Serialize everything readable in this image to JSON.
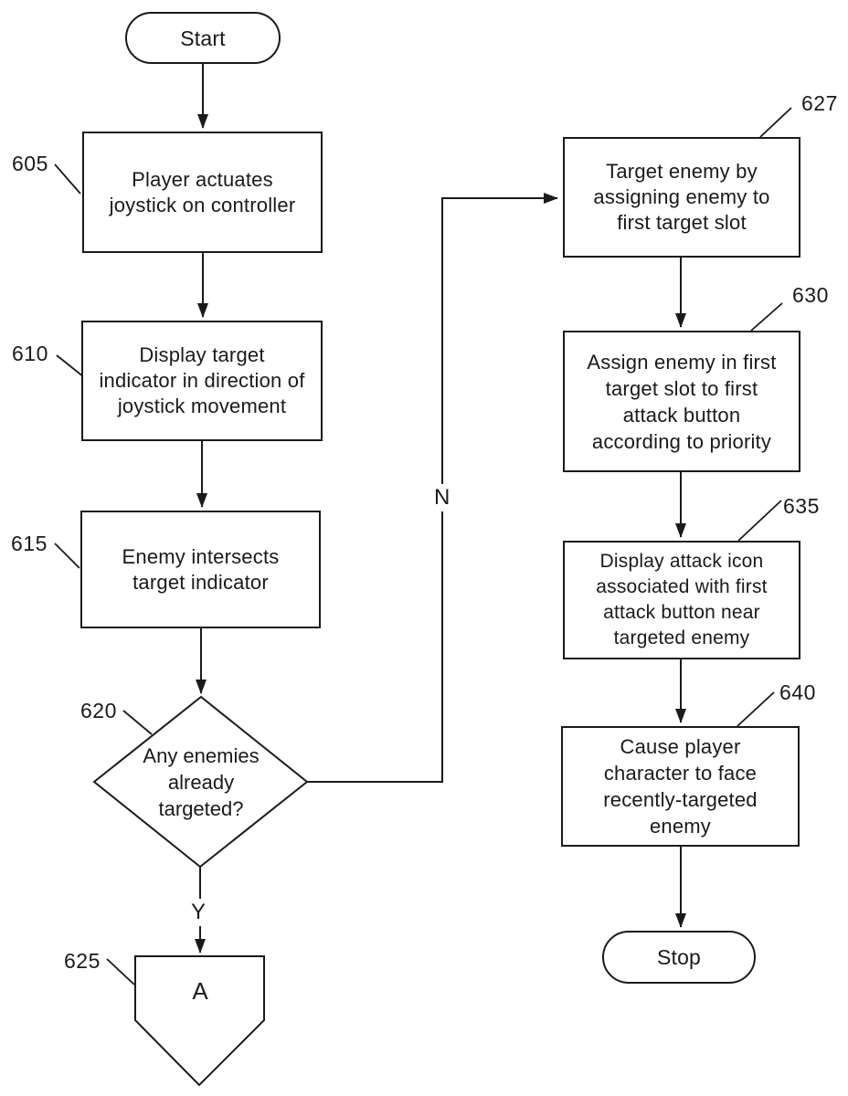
{
  "figure_type": "flowchart",
  "palette": {
    "background": "#ffffff",
    "ink": "#1a1a1a"
  },
  "diagram": {
    "start": {
      "label": "Start"
    },
    "stop": {
      "label": "Stop"
    },
    "boxes": {
      "b605": {
        "ref": "605",
        "text": "Player actuates\njoystick on controller"
      },
      "b610": {
        "ref": "610",
        "text": "Display target\nindicator in direction of\njoystick movement"
      },
      "b615": {
        "ref": "615",
        "text": "Enemy intersects\ntarget indicator"
      },
      "b627": {
        "ref": "627",
        "text": "Target enemy by\nassigning enemy to\nfirst target slot"
      },
      "b630": {
        "ref": "630",
        "text": "Assign enemy in first\ntarget slot to first\nattack button\naccording to priority"
      },
      "b635": {
        "ref": "635",
        "text": "Display attack icon\nassociated with first\nattack button near\ntargeted enemy"
      },
      "b640": {
        "ref": "640",
        "text": "Cause player\ncharacter to face\nrecently-targeted\nenemy"
      }
    },
    "decision": {
      "ref": "620",
      "text": "Any enemies\nalready\ntargeted?"
    },
    "connector": {
      "ref": "625",
      "text": "A"
    },
    "branch_labels": {
      "yes": "Y",
      "no": "N"
    }
  }
}
